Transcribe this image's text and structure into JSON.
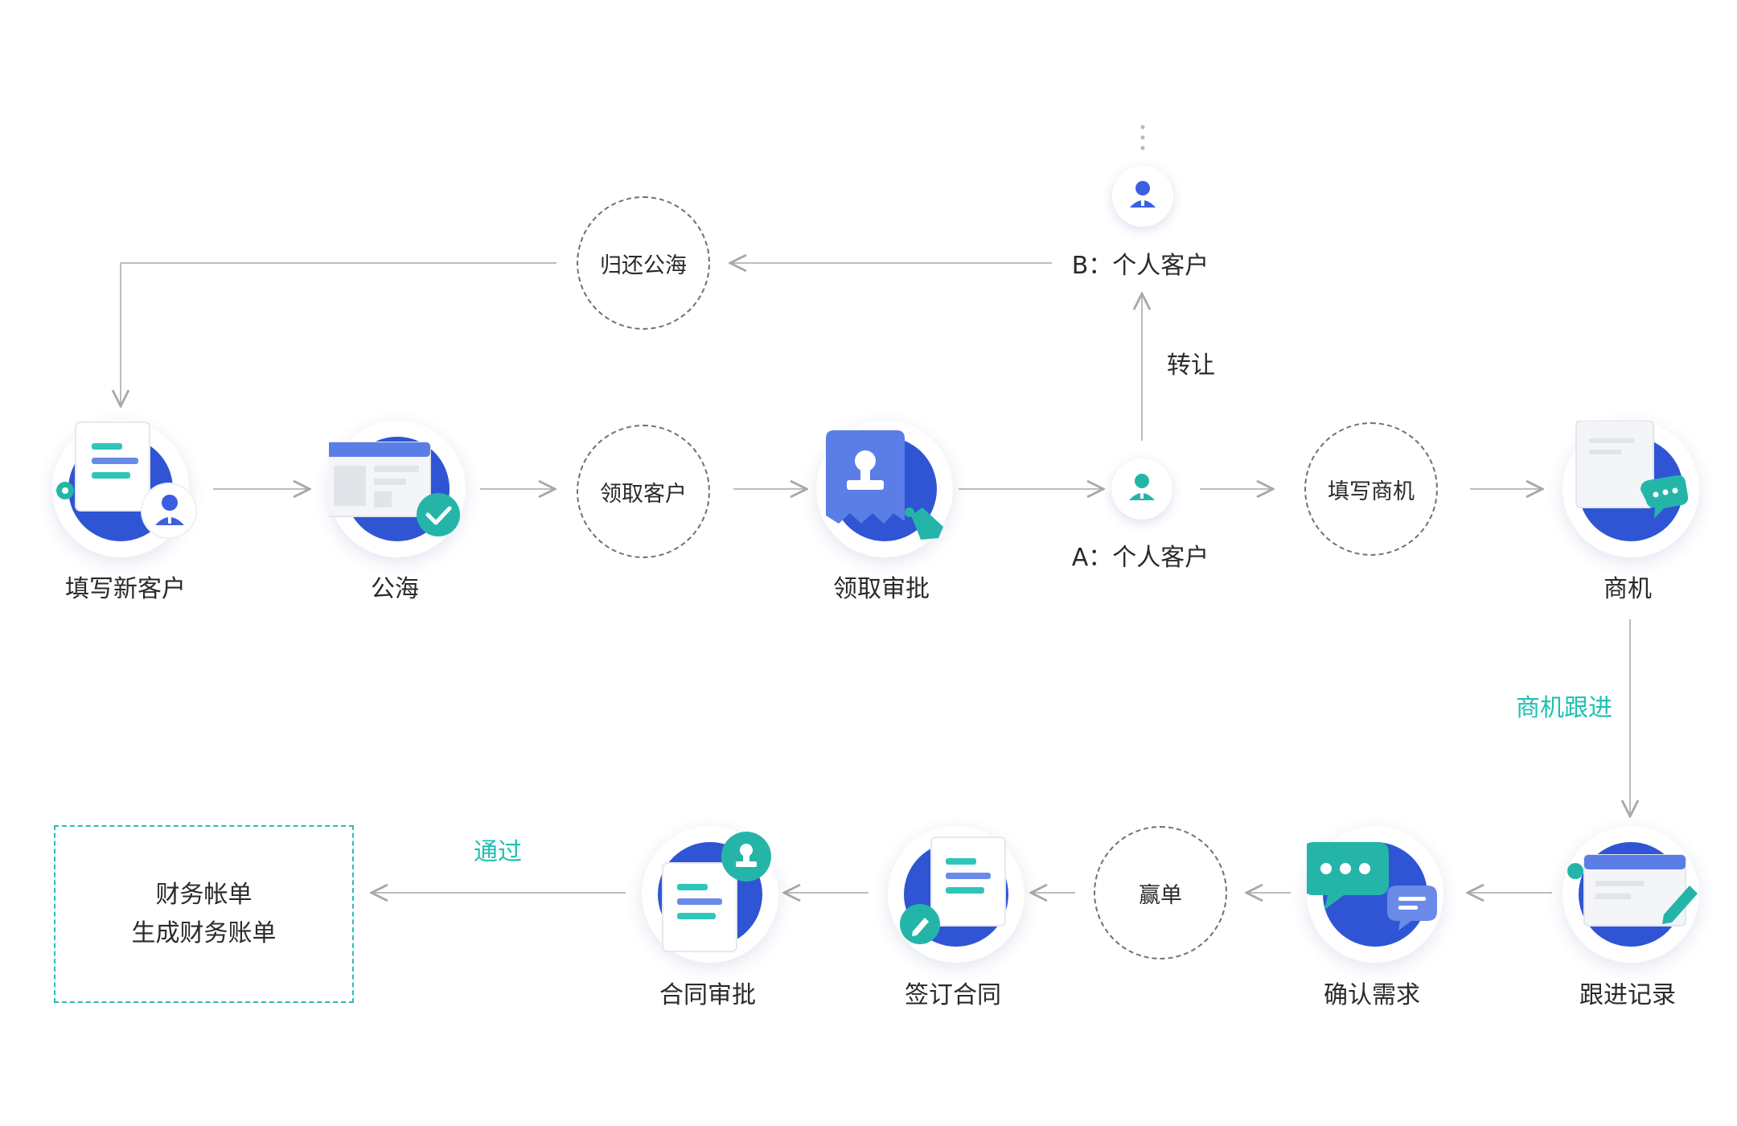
{
  "nodes": {
    "new_customer": "填写新客户",
    "public_pool": "公海",
    "claim_approval": "领取审批",
    "opportunity": "商机",
    "follow_record": "跟进记录",
    "confirm_needs": "确认需求",
    "sign_contract": "签订合同",
    "contract_approval": "合同审批"
  },
  "dashed_steps": {
    "return_pool": "归还公海",
    "claim_customer": "领取客户",
    "fill_opportunity": "填写商机",
    "win_deal": "赢单"
  },
  "customers": {
    "a": "A：个人客户",
    "b": "B：个人客户"
  },
  "edge_labels": {
    "transfer": "转让",
    "opportunity_followup": "商机跟进",
    "pass": "通过"
  },
  "finance_box": {
    "line1": "财务帐单",
    "line2": "生成财务账单"
  },
  "colors": {
    "primary_blue": "#2f55d4",
    "teal": "#1fbfb2",
    "connector": "#b8b8b8"
  }
}
